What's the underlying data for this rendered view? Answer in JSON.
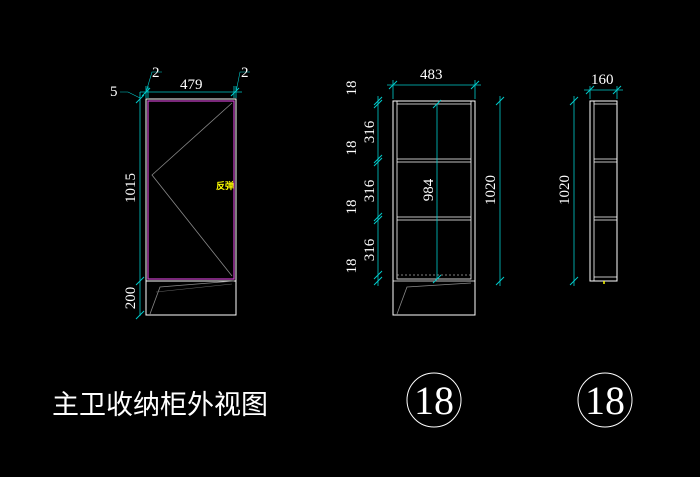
{
  "drawing": {
    "title": "主卫收纳柜外视图",
    "sheet_left": "18",
    "sheet_right": "18"
  },
  "front_view": {
    "dim_left_gap": "2",
    "dim_width": "479",
    "dim_right_gap": "2",
    "dim_top": "5",
    "dim_height": "1015",
    "dim_base": "200",
    "door_note": "反弹"
  },
  "inner_view": {
    "dim_width": "483",
    "dim_shelf_1": "18",
    "dim_bay_1": "316",
    "dim_shelf_2": "18",
    "dim_bay_2": "316",
    "dim_shelf_3": "18",
    "dim_bay_3": "316",
    "dim_shelf_4": "18",
    "dim_inner_height": "984",
    "dim_total_height": "1020"
  },
  "side_view": {
    "dim_depth": "160",
    "dim_height": "1020"
  },
  "colors": {
    "background": "#000000",
    "line": "#ffffff",
    "door_outline": "#cc44cc",
    "dimension": "#00cccc",
    "note": "#ffff00"
  }
}
